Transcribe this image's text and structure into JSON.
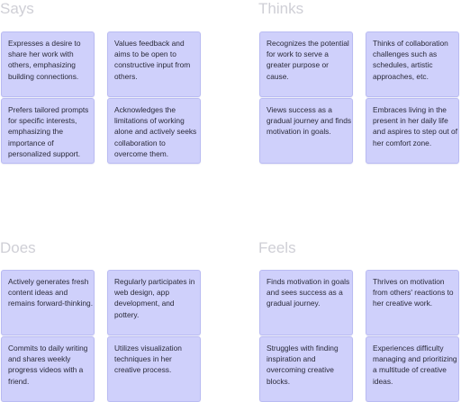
{
  "quadrants": {
    "says": {
      "title": "Says",
      "cards": [
        "Expresses a desire to share her work with others, emphasizing building connections.",
        "Values feedback and aims to be open to constructive input from others.",
        "Prefers tailored prompts for specific interests, emphasizing the importance of personalized support.",
        "Acknowledges the limitations of working alone and actively seeks collaboration to overcome them."
      ]
    },
    "thinks": {
      "title": "Thinks",
      "cards": [
        "Recognizes the potential for work to serve a greater purpose or cause.",
        "Thinks of collaboration challenges such as schedules, artistic approaches, etc.",
        "Views success as a gradual journey and finds motivation in goals.",
        "Embraces living in the present in her daily life and aspires to step out of her comfort zone."
      ]
    },
    "does": {
      "title": "Does",
      "cards": [
        "Actively generates fresh content ideas and remains forward-thinking.",
        "Regularly participates in web design, app development, and pottery.",
        "Commits to daily writing and shares weekly progress videos with a friend.",
        "Utilizes visualization techniques in her creative process."
      ]
    },
    "feels": {
      "title": "Feels",
      "cards": [
        "Finds motivation in goals and sees success as a gradual journey.",
        "Thrives on motivation from others' reactions to her creative work.",
        "Struggles with finding inspiration and overcoming creative blocks.",
        "Experiences difficulty managing and prioritizing a multitude of creative ideas."
      ]
    }
  }
}
